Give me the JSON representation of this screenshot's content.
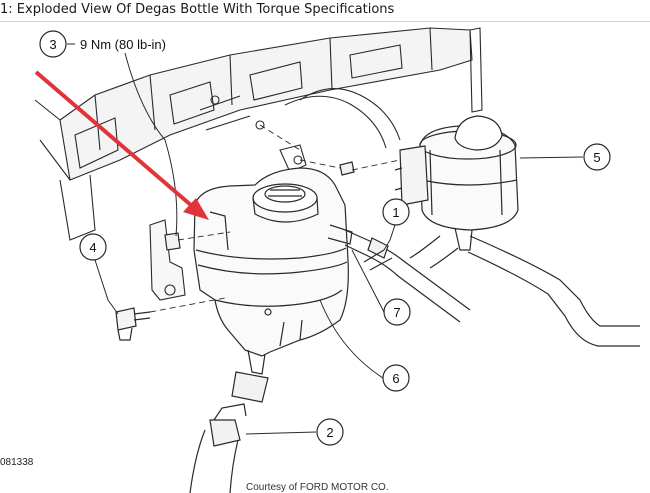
{
  "caption": "1: Exploded View Of Degas Bottle With Torque Specifications",
  "torque_spec": "9 Nm (80 lb-in)",
  "callouts": {
    "c1": "1",
    "c2": "2",
    "c3": "3",
    "c4": "4",
    "c5": "5",
    "c6": "6",
    "c7": "7"
  },
  "figure_id": "081338",
  "courtesy": "Courtesy of FORD MOTOR CO.",
  "colors": {
    "arrow": "#e0343a",
    "line": "#2a2a2a"
  }
}
